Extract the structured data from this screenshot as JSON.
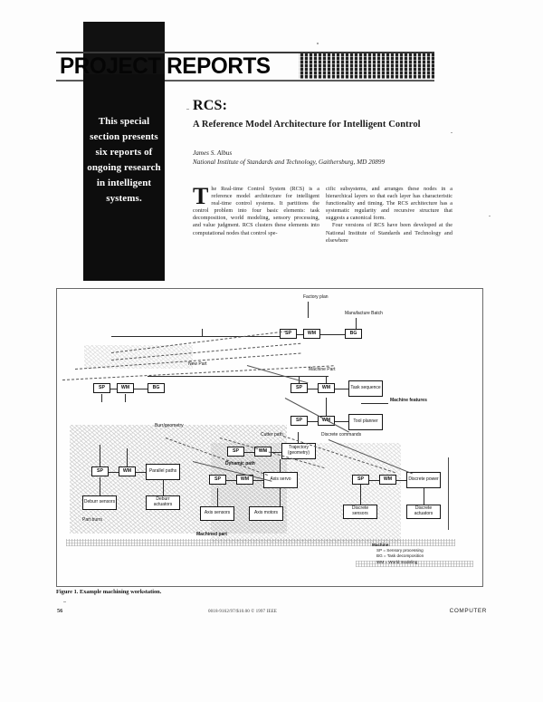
{
  "masthead": {
    "section_title": "PROJECT REPORTS"
  },
  "pull_quote": {
    "text": "This special section presents six reports of ongoing research in intelligent systems."
  },
  "article": {
    "title": "RCS:",
    "subtitle": "A Reference Model Architecture for Intelligent Control",
    "author": "James S. Albus",
    "affiliation": "National Institute of Standards and Technology, Gaithersburg, MD 20899",
    "dropcap": "T",
    "body_left_1": "he Real-time Control System (RCS) is a reference model architecture for intelligent real-time control systems. It partitions the control problem into four basic elements: task decomposition, world modeling, sensory processing, and value judgment. RCS clusters these elements into computational nodes that control spe-",
    "body_right_1": "cific subsystems, and arranges these nodes in a hierarchical layers so that each layer has characteristic functionality and timing. The RCS architecture has a systematic regularity and recursive structure that suggests a canonical form.",
    "body_right_2": "Four versions of RCS have been developed at the National Institute of Standards and Technology and elsewhere"
  },
  "figure": {
    "caption": "Figure 1. Example machining workstation.",
    "labels": {
      "factory_plan": "Factory plan",
      "manufacture_batch": "Manufacture Batch",
      "machine_part": "Machine Part",
      "new_part": "New Part",
      "machine_features": "Machine features",
      "task_sequence": "Task sequence",
      "cutter_path": "Cutter path",
      "discrete_commands": "Discrete commands",
      "burr_geometry": "Burr/geometry",
      "trajectory_geometry": "Trajectory (geometry)",
      "dynamic_path": "Dynamic path",
      "part_burrs": "Part burrs",
      "machined_part": "Machined part",
      "parallel_paths": "Parallel paths"
    },
    "boxes": {
      "sp": "SP",
      "wm": "WM",
      "bg": "BG",
      "task_sequence_box": "Task sequence",
      "tool_planner": "Tool planner",
      "trajectory_box": "Trajectory (geometry)",
      "axis_servo": "Axis servo",
      "axis_sensors": "Axis sensors",
      "axis_motors": "Axis motors",
      "discrete_power": "Discrete power",
      "discrete_sensors": "Discrete sensors",
      "discrete_actuators": "Discrete actuators",
      "deburr_sensors": "Deburr sensors",
      "deburr_actuators": "Deburr actuators",
      "parallel_paths_box": "Parallel paths"
    },
    "legend": {
      "heading": "Machine:",
      "items": [
        "SP = Sensory processing",
        "BG = Task decomposition",
        "WM = World modeling"
      ]
    }
  },
  "footer": {
    "page_number": "56",
    "copyright": "0018-9162/97/$10.00 © 1997 IEEE",
    "journal": "COMPUTER"
  }
}
